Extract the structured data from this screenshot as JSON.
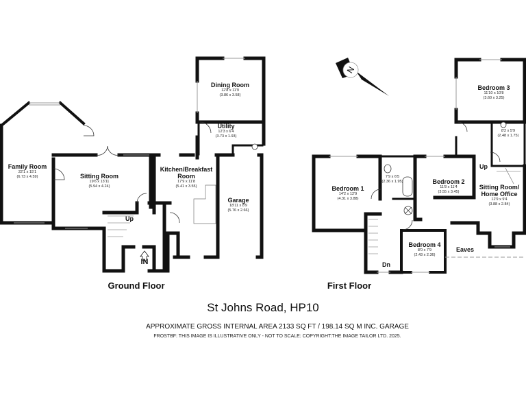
{
  "title": "St Johns Road, HP10",
  "area_text": "APPROXIMATE GROSS INTERNAL AREA 2133 SQ FT / 198.14 SQ M INC. GARAGE",
  "disclaimer": "FROSTBF: THIS IMAGE IS ILLUSTRATIVE ONLY - NOT TO SCALE: COPYRIGHT:THE IMAGE TAILOR LTD. 2025.",
  "compass": {
    "icon": "north-arrow-icon",
    "label": "N"
  },
  "ground_floor": {
    "label": "Ground Floor",
    "entrance_label": "IN",
    "stairs_label": "Up",
    "rooms": [
      {
        "name": "Family Room",
        "imperial": "22'1 x 15'1",
        "metric": "(6.73 x 4.59)"
      },
      {
        "name": "Sitting Room",
        "imperial": "19'6 x 13'11",
        "metric": "(5.94 x 4.24)"
      },
      {
        "name_line1": "Kitchen/Breakfast",
        "name_line2": "Room",
        "imperial": "17'9 x 11'8",
        "metric": "(5.41 x 3.55)"
      },
      {
        "name": "Dining Room",
        "imperial": "12'8 x 11'9",
        "metric": "(3.86 x 3.58)"
      },
      {
        "name": "Utility",
        "imperial": "12'3 x 6'4",
        "metric": "(3.73 x 1.93)"
      },
      {
        "name": "Garage",
        "imperial": "18'11 x 8'9",
        "metric": "(5.76 x 2.66)"
      }
    ]
  },
  "first_floor": {
    "label": "First Floor",
    "stairs_down_label": "Dn",
    "stairs_up_label": "Up",
    "eaves_label": "Eaves",
    "rooms": [
      {
        "name": "Bedroom 1",
        "imperial": "14'2 x 12'9",
        "metric": "(4.31 x 3.88)"
      },
      {
        "name": "",
        "imperial": "7'9 x 6'5",
        "metric": "(2.36 x 1.95)"
      },
      {
        "name": "Bedroom 2",
        "imperial": "11'8 x 11'4",
        "metric": "(3.55 x 3.45)"
      },
      {
        "name": "Bedroom 3",
        "imperial": "11'10 x 10'8",
        "metric": "(3.60 x 3.25)"
      },
      {
        "name": "",
        "imperial": "8'2 x 5'9",
        "metric": "(2.48 x 1.75)"
      },
      {
        "name_line1": "Sitting Room/",
        "name_line2": "Home Office",
        "imperial": "12'9 x 9'4",
        "metric": "(3.88 x 2.84)"
      },
      {
        "name": "Bedroom 4",
        "imperial": "8'0 x 7'9",
        "metric": "(2.43 x 2.36)"
      }
    ]
  }
}
